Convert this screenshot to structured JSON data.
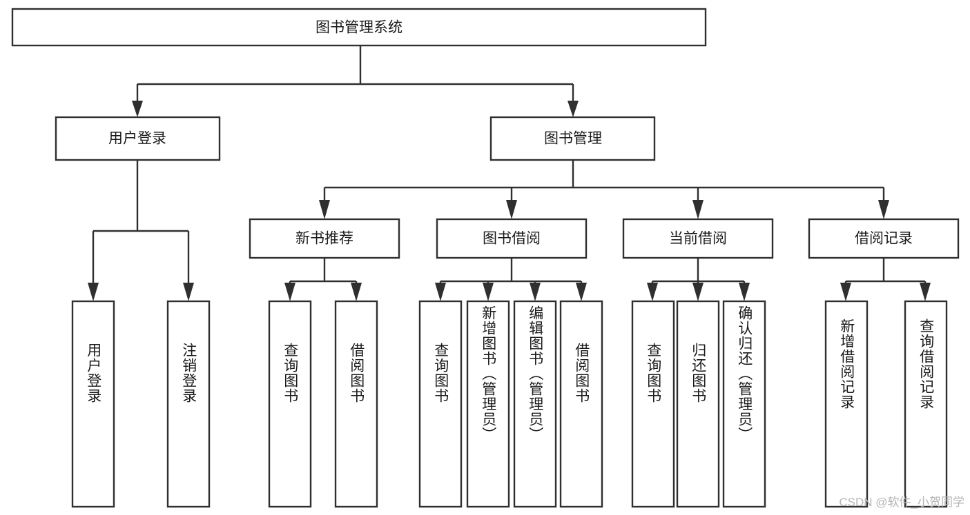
{
  "diagram": {
    "type": "tree",
    "title": "图书管理系统",
    "watermark": "CSDN @软件_小贺同学",
    "colors": {
      "stroke": "#2f2f2f",
      "fill": "#ffffff",
      "text": "#1a1a1a",
      "watermark": "#b4b4b4",
      "background": "#ffffff"
    },
    "root": {
      "label": "图书管理系统"
    },
    "level1": [
      {
        "label": "用户登录"
      },
      {
        "label": "图书管理"
      }
    ],
    "level2": [
      {
        "label": "新书推荐",
        "parent": "图书管理"
      },
      {
        "label": "图书借阅",
        "parent": "图书管理"
      },
      {
        "label": "当前借阅",
        "parent": "图书管理"
      },
      {
        "label": "借阅记录",
        "parent": "图书管理"
      }
    ],
    "leaves_user_login": [
      {
        "label": "用户登录"
      },
      {
        "label": "注销登录"
      }
    ],
    "leaves_new_book": [
      {
        "label": "查询图书"
      },
      {
        "label": "借阅图书"
      }
    ],
    "leaves_borrow": [
      {
        "label": "查询图书"
      },
      {
        "label": "新增图书（管理员）"
      },
      {
        "label": "编辑图书（管理员）"
      },
      {
        "label": "借阅图书"
      }
    ],
    "leaves_current": [
      {
        "label": "查询图书"
      },
      {
        "label": "归还图书"
      },
      {
        "label": "确认归还（管理员）"
      }
    ],
    "leaves_records": [
      {
        "label": "新增借阅记录"
      },
      {
        "label": "查询借阅记录"
      }
    ]
  }
}
